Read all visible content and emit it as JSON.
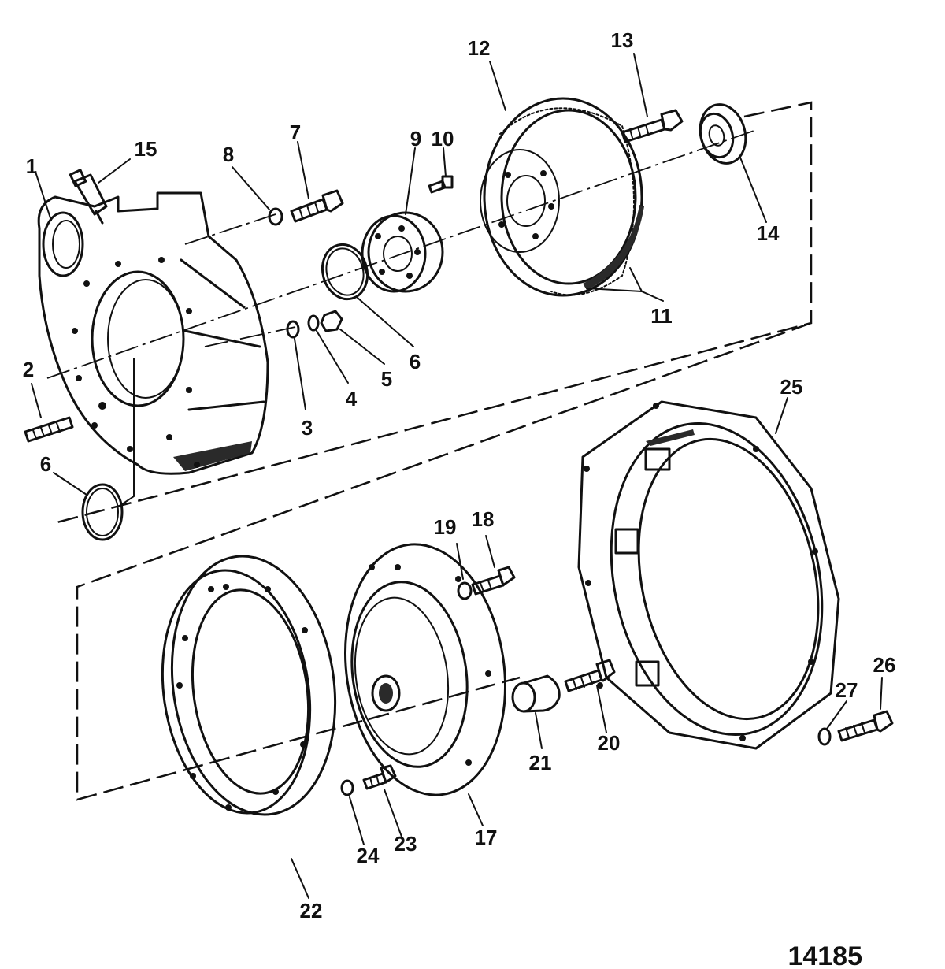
{
  "callouts": {
    "c1": "1",
    "c2": "2",
    "c3": "3",
    "c4": "4",
    "c5": "5",
    "c6a": "6",
    "c6b": "6",
    "c7": "7",
    "c8": "8",
    "c9": "9",
    "c10": "10",
    "c11": "11",
    "c12": "12",
    "c13": "13",
    "c14": "14",
    "c15": "15",
    "c17": "17",
    "c18": "18",
    "c19": "19",
    "c20": "20",
    "c21": "21",
    "c22": "22",
    "c23": "23",
    "c24": "24",
    "c25": "25",
    "c26": "26",
    "c27": "27"
  },
  "figure_number": "14185"
}
